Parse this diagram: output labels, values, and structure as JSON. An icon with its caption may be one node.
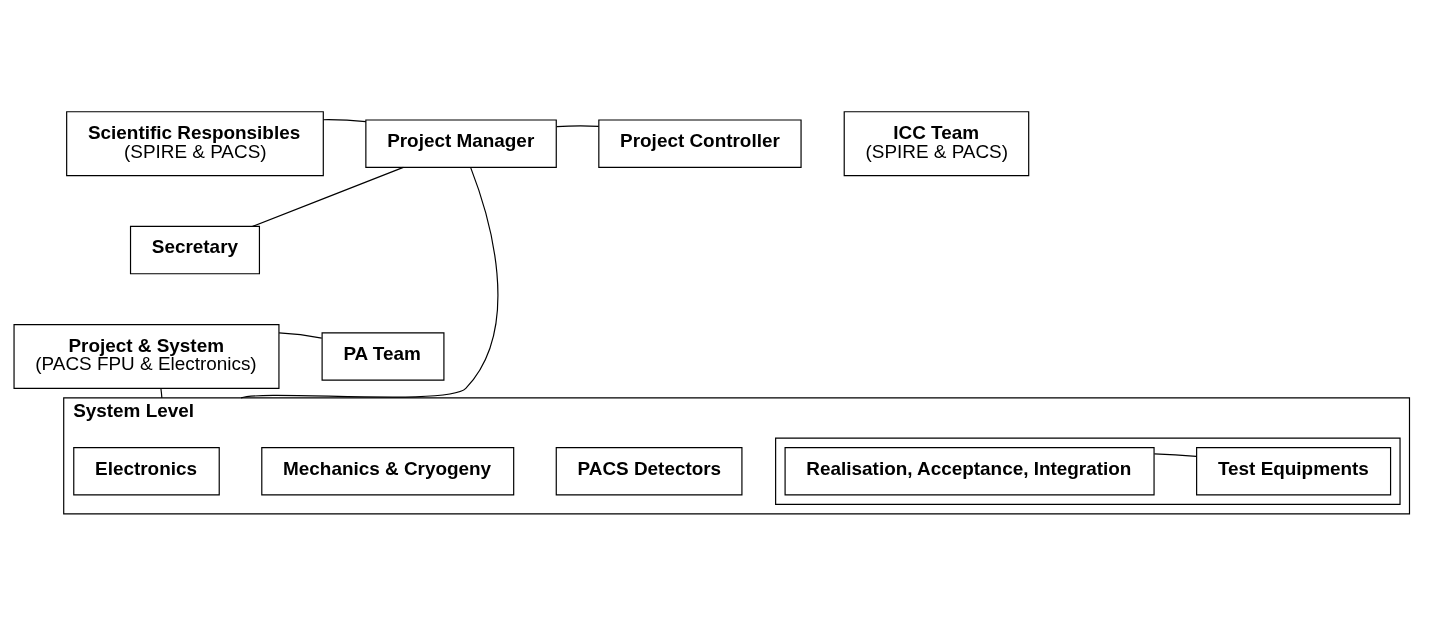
{
  "diagram": {
    "nodes": [
      {
        "text": [
          "Scientific Responsibles",
          "(SPIRE & PACS)"
        ]
      },
      {
        "text": [
          "Project Manager"
        ]
      },
      {
        "text": [
          "Project Controller"
        ]
      },
      {
        "text": [
          "Secretary"
        ]
      },
      {
        "text": [
          "ICC Team",
          "(SPIRE & PACS)"
        ]
      },
      {
        "text": [
          "Project & System",
          "(PACS FPU & Electronics)"
        ]
      },
      {
        "text": [
          "PA Team"
        ]
      },
      {
        "text": [
          "System Level"
        ]
      },
      {
        "text": [
          "Electronics"
        ],
        "in": 7
      },
      {
        "text": [
          "Mechanics & Cryogeny"
        ],
        "in": 7
      },
      {
        "text": [
          "PACS Detectors"
        ],
        "in": 7
      },
      {
        "text": [],
        "shape": "box",
        "in": 7
      },
      {
        "text": [
          "Realisation, Acceptance, Integration"
        ],
        "in": 11
      },
      {
        "text": [
          "Test Equipments"
        ],
        "in": 11
      }
    ],
    "edges": [
      {
        "from": 0,
        "to": 1,
        "arrow": "none"
      },
      {
        "from": 1,
        "to": 2,
        "arrow": "none"
      },
      {
        "from": 1,
        "to": 3,
        "arrow": "none"
      },
      {
        "from": 1,
        "to": 7,
        "arrow": "none"
      },
      {
        "from": 5,
        "to": 6,
        "arrow": "none"
      },
      {
        "from": 5,
        "to": 7,
        "arrow": "none"
      },
      {
        "from": 12,
        "to": 13,
        "arrow": "none"
      }
    ]
  }
}
